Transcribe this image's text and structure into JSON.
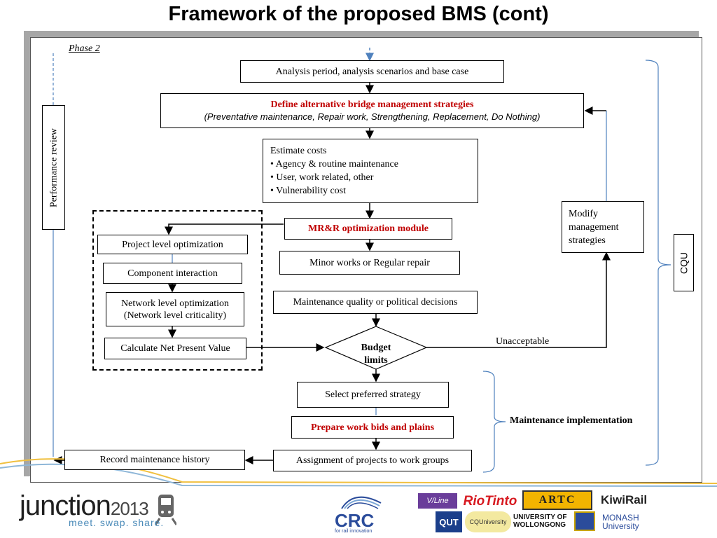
{
  "title": "Framework of the proposed BMS (cont)",
  "phase_label": "Phase 2",
  "performance_review": "Performance review",
  "cqu": "CQU",
  "analysis_box": "Analysis period, analysis scenarios and base case",
  "define": {
    "title": "Define alternative bridge management strategies",
    "subtitle": "(Preventative maintenance, Repair work, Strengthening, Replacement, Do Nothing)"
  },
  "estimate": {
    "heading": "Estimate costs",
    "items": [
      "Agency & routine maintenance",
      "User, work related, other",
      "Vulnerability cost"
    ]
  },
  "modify": "Modify management strategies",
  "mrr": "MR&R optimization  module",
  "minor": "Minor works or Regular repair",
  "quality": "Maintenance quality or political decisions",
  "project_level": "Project level optimization",
  "component": "Component interaction",
  "network": {
    "line1": "Network level optimization",
    "line2": "(Network level criticality)"
  },
  "npv": "Calculate Net Present Value",
  "budget": {
    "line1": "Budget",
    "line2": "limits"
  },
  "unacceptable": "Unacceptable",
  "select": "Select preferred strategy",
  "prepare": "Prepare work bids and plains",
  "maint_impl": "Maintenance implementation",
  "assignment": "Assignment of projects to work groups",
  "record": "Record maintenance history",
  "footer": {
    "junction": "junction",
    "year": "2013",
    "tagline": "meet. swap. share.",
    "crc": "CRC",
    "crc_sub": "for rail innovation",
    "sponsors": [
      "V/Line",
      "RioTinto",
      "ARTC",
      "KiwiRail",
      "QUT",
      "CQUniversity",
      "UNIVERSITY OF WOLLONGONG",
      "MONASH University"
    ]
  }
}
